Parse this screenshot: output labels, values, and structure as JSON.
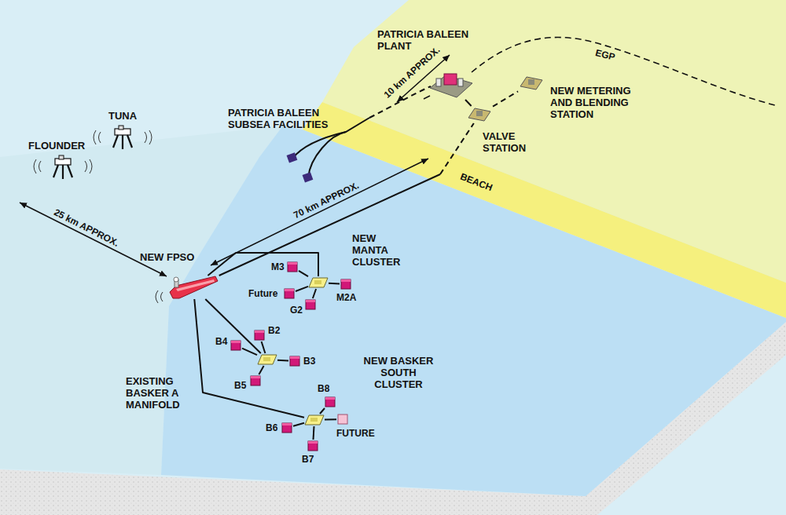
{
  "diagram": {
    "nodes": [
      {
        "text": [
          "PATRICIA BALEEN PLANT"
        ]
      },
      {
        "text": [
          "NEW METERING AND BLENDING STATION"
        ]
      },
      {
        "text": [
          "VALVE STATION"
        ]
      },
      {
        "text": [
          "TUNA"
        ]
      },
      {
        "text": [
          "FLOUNDER"
        ]
      },
      {
        "text": [
          "NEW FPSO"
        ]
      },
      {
        "text": [
          "NEW MANTA CLUSTER"
        ]
      },
      {
        "text": [
          "M3"
        ]
      },
      {
        "text": [
          "Future"
        ]
      },
      {
        "text": [
          "M2A"
        ]
      },
      {
        "text": [
          "G2"
        ]
      },
      {
        "text": [
          "EXISTING BASKER A MANIFOLD"
        ]
      },
      {
        "text": [
          "B2"
        ]
      },
      {
        "text": [
          "B4"
        ]
      },
      {
        "text": [
          "B3"
        ]
      },
      {
        "text": [
          "B5"
        ]
      },
      {
        "text": [
          "NEW BASKER SOUTH CLUSTER"
        ]
      },
      {
        "text": [
          "B8"
        ]
      },
      {
        "text": [
          "B6"
        ]
      },
      {
        "text": [
          "FUTURE"
        ]
      },
      {
        "text": [
          "B7"
        ]
      }
    ],
    "edges": [
      {
        "from": 5,
        "to": 2,
        "arrow": "none"
      },
      {
        "from": 0,
        "to": 2,
        "arrow": "none"
      },
      {
        "from": 2,
        "to": 1,
        "arrow": "none"
      },
      {
        "from": 5,
        "to": 6,
        "arrow": "none"
      },
      {
        "from": 5,
        "to": 11,
        "arrow": "none"
      },
      {
        "from": 5,
        "to": 16,
        "arrow": "none"
      },
      {
        "from": 6,
        "to": 7,
        "arrow": "none"
      },
      {
        "from": 6,
        "to": 8,
        "arrow": "none"
      },
      {
        "from": 6,
        "to": 9,
        "arrow": "none"
      },
      {
        "from": 6,
        "to": 10,
        "arrow": "none"
      },
      {
        "from": 11,
        "to": 12,
        "arrow": "none"
      },
      {
        "from": 11,
        "to": 13,
        "arrow": "none"
      },
      {
        "from": 11,
        "to": 14,
        "arrow": "none"
      },
      {
        "from": 11,
        "to": 15,
        "arrow": "none"
      },
      {
        "from": 16,
        "to": 17,
        "arrow": "none"
      },
      {
        "from": 16,
        "to": 18,
        "arrow": "none"
      },
      {
        "from": 16,
        "to": 19,
        "arrow": "none"
      },
      {
        "from": 16,
        "to": 20,
        "arrow": "none"
      }
    ],
    "labels": [
      "PATRICIA BALEEN SUBSEA FACILITIES",
      "10 km APPROX.",
      "EGP",
      "BEACH",
      "25 km APPROX.",
      "70 km APPROX."
    ]
  }
}
